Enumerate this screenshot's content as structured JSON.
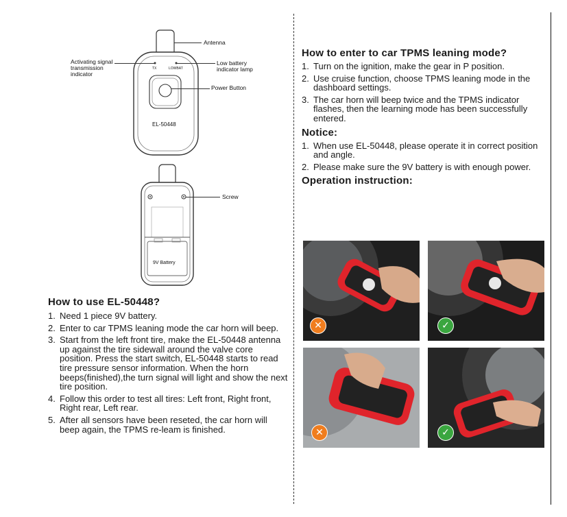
{
  "diagram": {
    "labels": {
      "antenna": "Antenna",
      "activating": "Activating signal transmission indicator",
      "low_battery": "Low battery indicator lamp",
      "power_button": "Power Button",
      "screw": "Screw"
    },
    "device_text": {
      "tx": "TX",
      "lowbat": "LOWBAT",
      "model": "EL-50448",
      "battery": "9V Battery"
    }
  },
  "how_to_use": {
    "title": "How to use EL-50448?",
    "items": [
      {
        "num": "1.",
        "text": "Need 1 piece 9V battery."
      },
      {
        "num": "2.",
        "text": "Enter to car TPMS leaning mode the car horn will beep."
      },
      {
        "num": "3.",
        "text": "Start from the left front tire, make the EL-50448 antenna up against the tire sidewall around the valve core position. Press the start switch, EL-50448 starts to read tire pressure sensor information. When the horn beeps(finished),the turn signal will light and show the next tire position."
      },
      {
        "num": "4.",
        "text": "Follow this order to test all tires: Left front, Right front, Right rear, Left rear."
      },
      {
        "num": "5.",
        "text": "After all sensors have been reseted, the car horn will beep again, the TPMS re-leam is finished."
      }
    ]
  },
  "enter_mode": {
    "title": "How to enter to car TPMS leaning mode?",
    "items": [
      {
        "num": "1.",
        "text": "Turn on the ignition, make the gear in P position."
      },
      {
        "num": "2.",
        "text": "Use cruise function, choose TPMS leaning mode  in the dashboard settings."
      },
      {
        "num": "3.",
        "text": "The car horn will beep twice and the TPMS indicator flashes, then the learning mode has been successfully entered."
      }
    ]
  },
  "notice": {
    "title": "Notice:",
    "items": [
      {
        "num": "1.",
        "text": "When use EL-50448, please operate it in correct position and angle."
      },
      {
        "num": "2.",
        "text": "Please make sure the 9V battery is with enough power."
      }
    ]
  },
  "operation": {
    "title": "Operation instruction:",
    "photos": [
      {
        "status": "wrong",
        "symbol": "✕"
      },
      {
        "status": "correct",
        "symbol": "✓"
      },
      {
        "status": "wrong",
        "symbol": "✕"
      },
      {
        "status": "correct",
        "symbol": "✓"
      }
    ]
  },
  "colors": {
    "device_red": "#e0242b",
    "wrong_badge": "#f07d1e",
    "correct_badge": "#3aa63f"
  }
}
